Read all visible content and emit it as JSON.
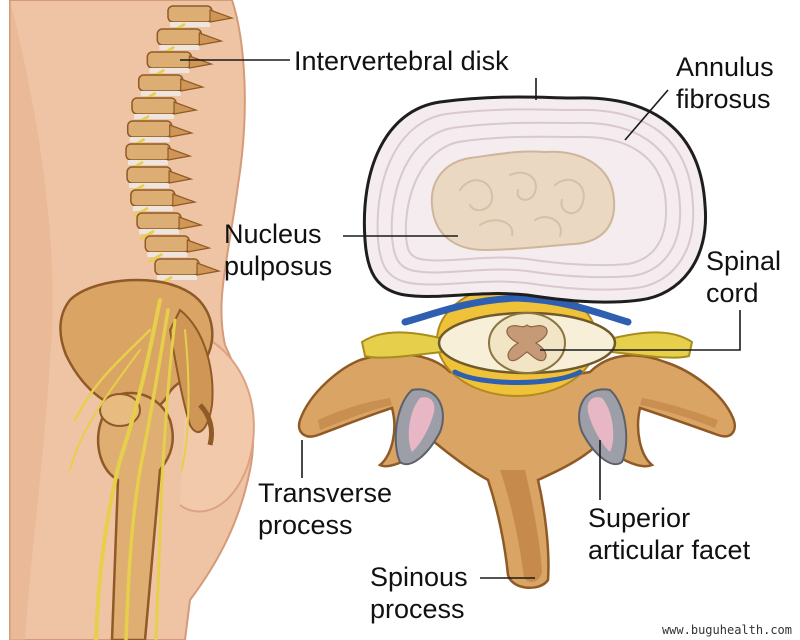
{
  "labels": {
    "intervertebral_disk": "Intervertebral disk",
    "annulus_fibrosus": [
      "Annulus",
      "fibrosus"
    ],
    "nucleus_pulposus": [
      "Nucleus",
      "pulposus"
    ],
    "spinal_cord": [
      "Spinal",
      "cord"
    ],
    "transverse_process": [
      "Transverse",
      "process"
    ],
    "superior_articular_facet": [
      "Superior",
      "articular facet"
    ],
    "spinous_process": [
      "Spinous",
      "process"
    ]
  },
  "watermark": "www.buguhealth.com",
  "colors": {
    "skin": "#efc4a4",
    "bone": "#d9a464",
    "bone_dark": "#a86b30",
    "disc": "#f4ecef",
    "nucleus": "#ead8c2",
    "nerve": "#e6cf4a",
    "vein": "#2f5fb0",
    "fat": "#f0c23a",
    "cord": "#f2e5c6",
    "gray_matter": "#c69a77"
  }
}
